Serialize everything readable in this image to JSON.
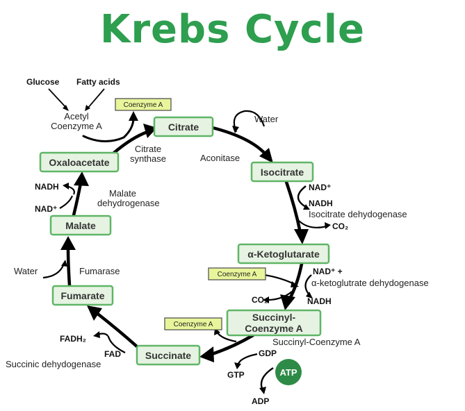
{
  "title": "Krebs Cycle",
  "nodes": {
    "citrate": "Citrate",
    "isocitrate": "Isocitrate",
    "ketoglutarate": "α-Ketoglutarate",
    "succinyl_line1": "Succinyl-",
    "succinyl_line2": "Coenzyme A",
    "succinate": "Succinate",
    "fumarate": "Fumarate",
    "malate": "Malate",
    "oxaloacetate": "Oxaloacetate"
  },
  "coenzyme_badges": {
    "top": "Coenzyme A",
    "ketoglutarate": "Coenzyme A",
    "succinyl": "Coenzyme A"
  },
  "labels": {
    "glucose": "Glucose",
    "fatty_acids": "Fatty acids",
    "acetyl_line1": "Acetyl",
    "acetyl_line2": "Coenzyme A",
    "citrate_synthase_line1": "Citrate",
    "citrate_synthase_line2": "synthase",
    "water_top": "Water",
    "aconitase": "Aconitase",
    "nad_iso": "NAD⁺",
    "nadh_iso": "NADH",
    "iso_dehydrogenase": "Isocitrate dehydogenase",
    "co2_iso": "CO₂",
    "nad_kg": "NAD⁺ +",
    "kg_dehydrogenase": "α-ketoglutrate dehydogenase",
    "co2_kg": "CO₂",
    "nadh_kg": "NADH",
    "succinyl_enzyme": "Succinyl-Coenzyme A",
    "gdp": "GDP",
    "gtp": "GTP",
    "atp": "ATP",
    "adp": "ADP",
    "fadh2": "FADH₂",
    "fad": "FAD",
    "succinic_dehydrogenase": "Succinic dehydogenase",
    "water_left": "Water",
    "fumarase": "Fumarase",
    "malate_line1": "Malate",
    "malate_line2": "dehydrogenase",
    "nadh_mal": "NADH",
    "nad_mal": "NAD⁺"
  }
}
